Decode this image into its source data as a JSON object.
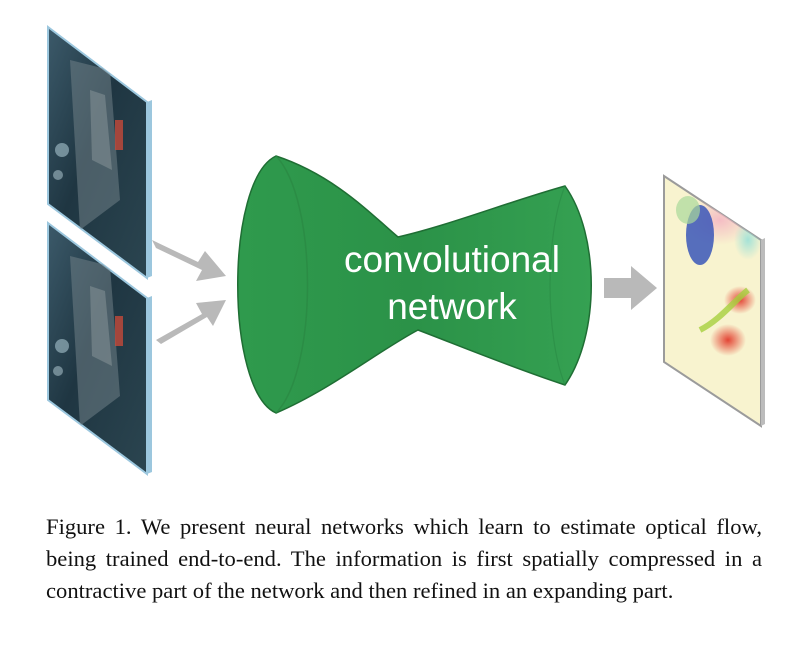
{
  "diagram": {
    "network_label_line1": "convolutional",
    "network_label_line2": "network",
    "colors": {
      "network_fill": "#2e9a4c",
      "network_edge": "#1f6e34",
      "arrow": "#b9b9b9",
      "frame_edge": "#9cc7de"
    },
    "elements": {
      "input_frames": [
        "input-frame-1",
        "input-frame-2"
      ],
      "output": "optical-flow-output"
    }
  },
  "caption": {
    "text": "Figure 1. We present neural networks which learn to estimate optical flow, being trained end-to-end. The information is first spatially compressed in a contractive part of the network and then refined in an expanding part."
  }
}
